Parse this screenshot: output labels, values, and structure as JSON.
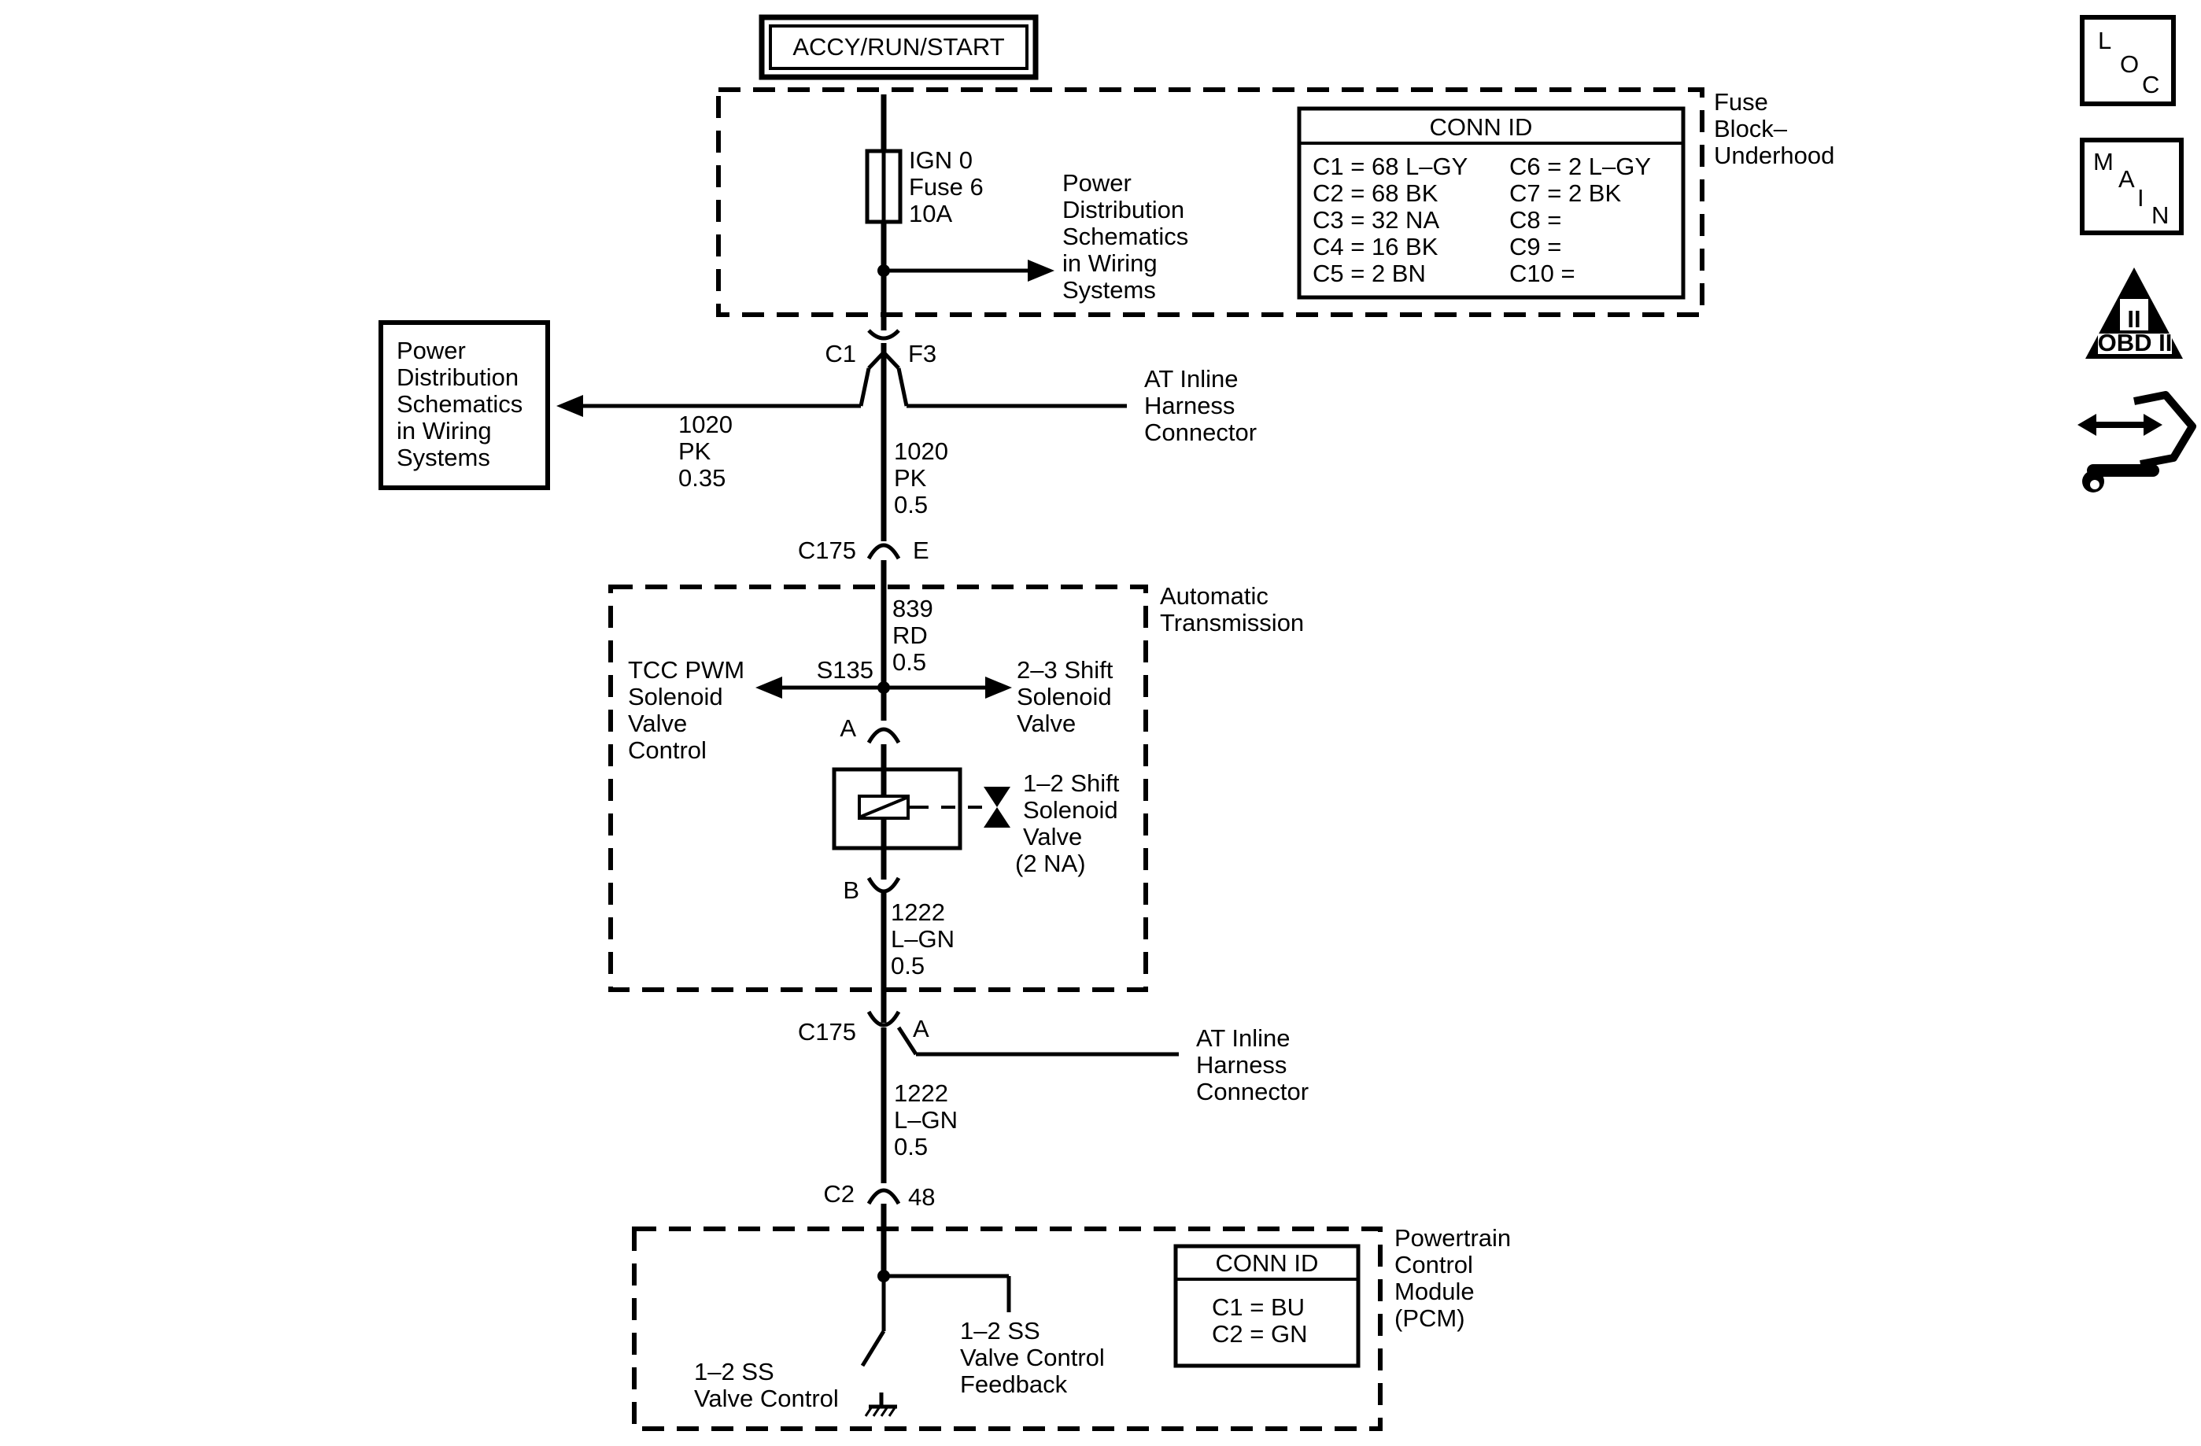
{
  "supply": "ACCY/RUN/START",
  "fuse_block": {
    "label": [
      "Fuse",
      "Block–",
      "Underhood"
    ],
    "fuse": [
      "IGN 0",
      "Fuse 6",
      "10A"
    ],
    "power_ref": [
      "Power",
      "Distribution",
      "Schematics",
      "in Wiring",
      "Systems"
    ],
    "conn_title": "CONN ID",
    "conn_left": [
      "C1 = 68 L–GY",
      "C2 = 68 BK",
      "C3 = 32 NA",
      "C4 = 16 BK",
      "C5 = 2 BN"
    ],
    "conn_right": [
      "C6 = 2 L–GY",
      "C7 = 2 BK",
      "C8 =",
      "C9 =",
      "C10 ="
    ]
  },
  "connector_c1": {
    "left": "C1",
    "right": "F3"
  },
  "left_power_ref": [
    "Power",
    "Distribution",
    "Schematics",
    "in Wiring",
    "Systems"
  ],
  "wire_branch": [
    "1020",
    "PK",
    "0.35"
  ],
  "wire_main_1": [
    "1020",
    "PK",
    "0.5"
  ],
  "inline_harness_1": [
    "AT Inline",
    "Harness",
    "Connector"
  ],
  "connector_c175_e": {
    "left": "C175",
    "right": "E"
  },
  "transmission": {
    "label": [
      "Automatic",
      "Transmission"
    ],
    "wire_839": [
      "839",
      "RD",
      "0.5"
    ],
    "splice": "S135",
    "tcc": [
      "TCC PWM",
      "Solenoid",
      "Valve",
      "Control"
    ],
    "shift23": [
      "2–3 Shift",
      "Solenoid",
      "Valve"
    ],
    "pin_a": "A",
    "pin_b": "B",
    "solenoid12": [
      "1–2 Shift",
      "Solenoid",
      "Valve",
      "(2 NA)"
    ],
    "wire_1222": [
      "1222",
      "L–GN",
      "0.5"
    ]
  },
  "connector_c175_a": {
    "left": "C175",
    "right": "A"
  },
  "inline_harness_2": [
    "AT Inline",
    "Harness",
    "Connector"
  ],
  "wire_1222_lower": [
    "1222",
    "L–GN",
    "0.5"
  ],
  "connector_c2": {
    "left": "C2",
    "right": "48"
  },
  "pcm": {
    "label": [
      "Powertrain",
      "Control",
      "Module",
      "(PCM)"
    ],
    "conn_title": "CONN ID",
    "conn": [
      "C1 = BU",
      "C2 = GN"
    ],
    "ss_control": [
      "1–2 SS",
      "Valve Control"
    ],
    "ss_feedback": [
      "1–2 SS",
      "Valve Control",
      "Feedback"
    ]
  },
  "nav": {
    "loc": [
      "L",
      "O",
      "C"
    ],
    "main": [
      "M",
      "A",
      "I",
      "N"
    ],
    "obd_numeral": "II",
    "obd_label": "OBD II",
    "icons": [
      "loc-icon",
      "main-icon",
      "obd-ii-icon",
      "repair-icon"
    ]
  }
}
